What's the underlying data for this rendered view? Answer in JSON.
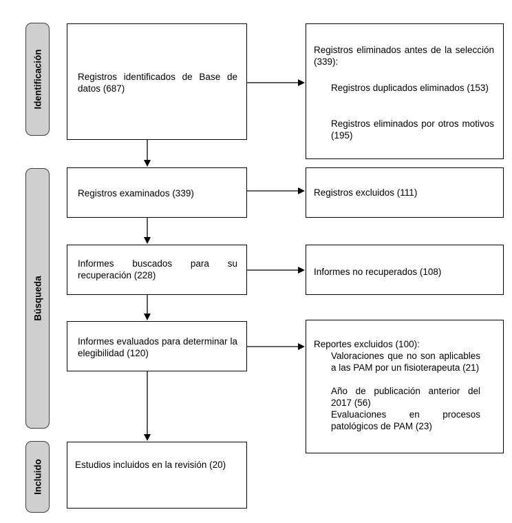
{
  "stages": {
    "identification": "Identificación",
    "search": "Búsqueda",
    "included": "Incluido"
  },
  "boxes": {
    "identified": "Registros identificados de Base de datos (687)",
    "removed_title": "Registros eliminados antes de la selección (339):",
    "removed_duplicates": "Registros duplicados eliminados (153)",
    "removed_other": "Registros eliminados por otros motivos (195)",
    "screened": "Registros examinados (339)",
    "excluded": "Registros excluidos (111)",
    "sought": "Informes buscados para su recuperación (228)",
    "not_retrieved": "Informes no recuperados (108)",
    "assessed": "Informes evaluados para determinar la elegibilidad (120)",
    "reports_excluded_title": "Reportes excluidos (100):",
    "reason_1": "Valoraciones que no son aplicables a las PAM por un fisioterapeuta (21)",
    "reason_2": "Año de publicación anterior del 2017 (56)",
    "reason_3": "Evaluaciones en procesos patológicos de PAM (23)",
    "included_studies": "Estudios incluidos en la revisión (20)"
  },
  "colors": {
    "stage_fill": "#cfcfcf",
    "stroke": "#000000"
  }
}
